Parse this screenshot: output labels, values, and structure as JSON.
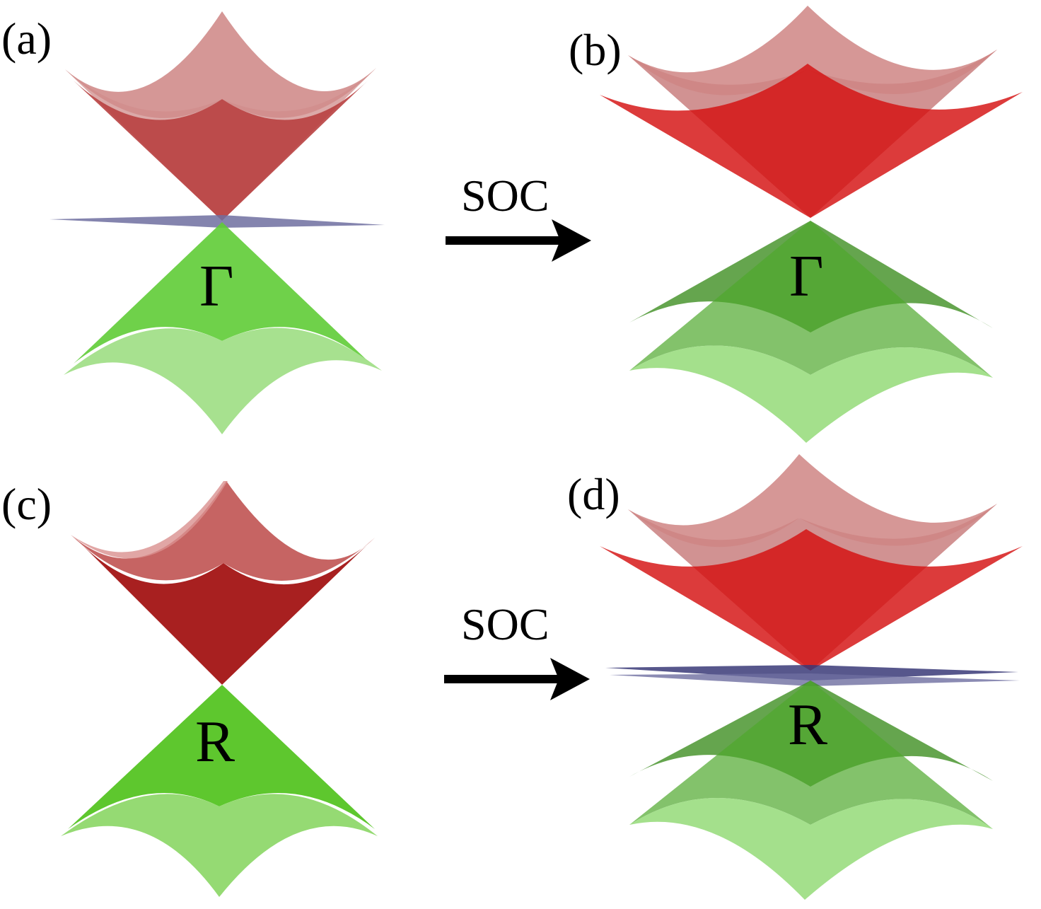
{
  "colors": {
    "conduction": "#b52a2a",
    "conduction_light": "#d9908f",
    "conduction_soc": "#c80c0c",
    "valence": "#58c82c",
    "valence_light": "#a5e08e",
    "valence_soc": "#3c8c20",
    "flat_band": "#5a5a8e",
    "arrow": "#000000"
  },
  "panels": {
    "a": {
      "label": "(a)",
      "point": "Γ"
    },
    "b": {
      "label": "(b)",
      "point": "Γ"
    },
    "c": {
      "label": "(c)",
      "point": "R"
    },
    "d": {
      "label": "(d)",
      "point": "R"
    }
  },
  "arrows": [
    {
      "label": "SOC"
    },
    {
      "label": "SOC"
    }
  ]
}
